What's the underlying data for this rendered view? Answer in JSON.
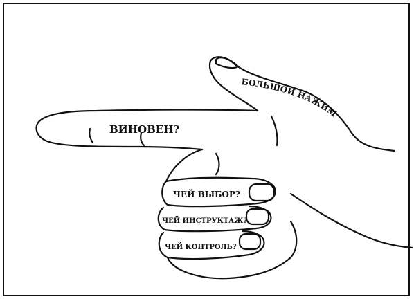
{
  "labels": {
    "index_finger": "ВИНОВЕН?",
    "thumb": "БОЛЬШОЙ НАЖИМ",
    "finger_1": "ЧЕЙ ВЫБОР?",
    "finger_2": "ЧЕЙ ИНСТРУКТАЖ?",
    "finger_3": "ЧЕЙ КОНТРОЛЬ?"
  },
  "colors": {
    "ink": "#111111",
    "paper": "#ffffff"
  }
}
